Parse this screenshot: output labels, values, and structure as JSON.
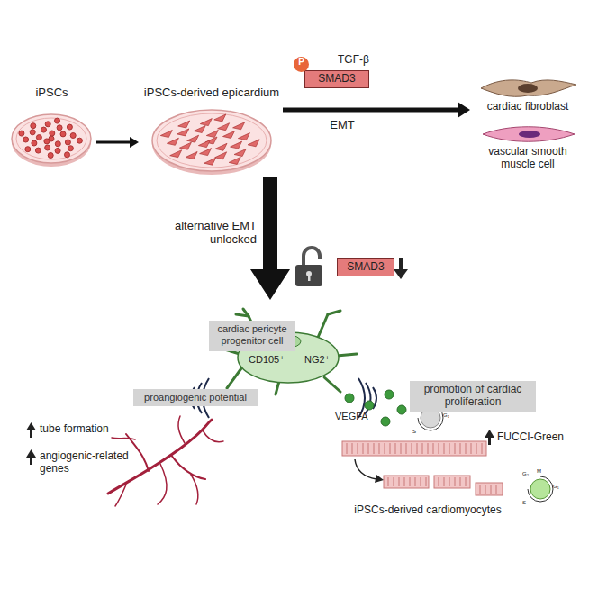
{
  "diagram": {
    "nodes": [
      {
        "text": [
          "iPSCs"
        ]
      },
      {
        "text": [
          "iPSCs-derived epicardium"
        ]
      },
      {
        "text": [
          "P"
        ]
      },
      {
        "text": [
          "SMAD3"
        ]
      },
      {
        "text": [
          "cardiac fibroblast"
        ]
      },
      {
        "text": [
          "vascular smooth muscle cell"
        ]
      },
      {
        "text": [
          "SMAD3"
        ]
      },
      {
        "text": [
          "cardiac pericyte progenitor cell"
        ]
      },
      {
        "text": [
          "CD105⁺",
          "NG2⁺"
        ]
      },
      {
        "text": [
          "proangiogenic potential"
        ]
      },
      {
        "text": [
          "promotion of cardiac proliferation"
        ]
      }
    ],
    "edges": [
      {
        "from": 0,
        "to": 1,
        "arrow": "to"
      },
      {
        "from": 1,
        "to": 4,
        "arrow": "to"
      },
      {
        "from": 1,
        "to": 8,
        "arrow": "to"
      }
    ],
    "labels": [
      "TGF-β",
      "EMT",
      "alternative EMT unlocked",
      "VEGFA",
      "tube formation",
      "angiogenic-related genes",
      "FUCCI-Green",
      "iPSCs-derived cardiomyocytes",
      "G₂",
      "M",
      "G₁",
      "S",
      "G₂",
      "M",
      "G₁",
      "S"
    ]
  }
}
